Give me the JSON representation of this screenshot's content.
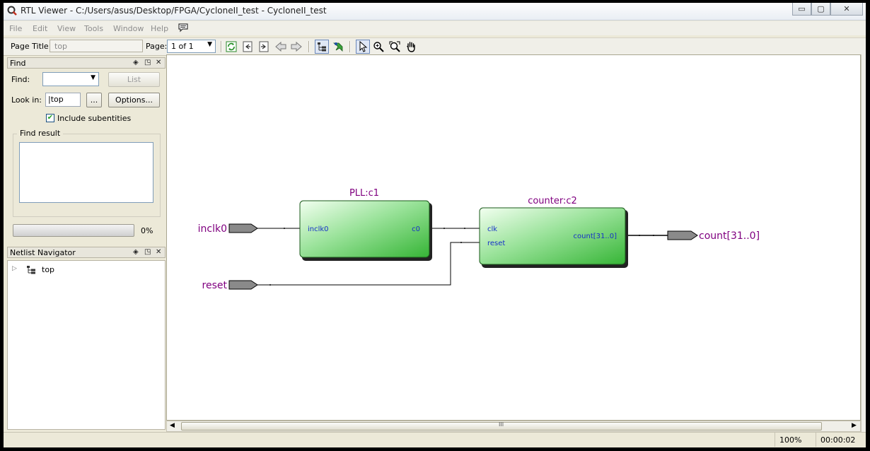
{
  "window": {
    "title": "RTL Viewer - C:/Users/asus/Desktop/FPGA/CycloneII_test - CycloneII_test",
    "minimize_label": "▭",
    "maximize_label": "▢",
    "close_label": "✕"
  },
  "menu": [
    "File",
    "Edit",
    "View",
    "Tools",
    "Window",
    "Help"
  ],
  "toolbar": {
    "page_title_label": "Page Title:",
    "page_title_value": "top",
    "page_label": "Page:",
    "page_value": "1 of 1"
  },
  "find_panel": {
    "title": "Find",
    "find_label": "Find:",
    "find_value": "",
    "list_button": "List",
    "look_in_label": "Look in:",
    "look_in_value": "|top",
    "browse_button": "...",
    "options_button": "Options...",
    "include_subentities_label": "Include subentities",
    "include_subentities_checked": true,
    "find_result_label": "Find result",
    "progress_value": 0,
    "progress_text": "0%"
  },
  "netlist_navigator": {
    "title": "Netlist Navigator",
    "items": [
      {
        "label": "top"
      }
    ]
  },
  "schematic": {
    "input_ports": [
      "inclk0",
      "reset"
    ],
    "output_ports": [
      "count[31..0]"
    ],
    "blocks": [
      {
        "name": "PLL:c1",
        "inputs": [
          "inclk0"
        ],
        "outputs": [
          "c0"
        ]
      },
      {
        "name": "counter:c2",
        "inputs": [
          "clk",
          "reset"
        ],
        "outputs": [
          "count[31..0]"
        ]
      }
    ]
  },
  "scrollbar": {
    "grip": "III"
  },
  "status": {
    "zoom": "100%",
    "time": "00:00:02"
  },
  "colors": {
    "block_fill": "#4bc44b",
    "port_fill": "#8a8a8a",
    "port_label": "#800080",
    "pin_label": "#1530c8"
  }
}
